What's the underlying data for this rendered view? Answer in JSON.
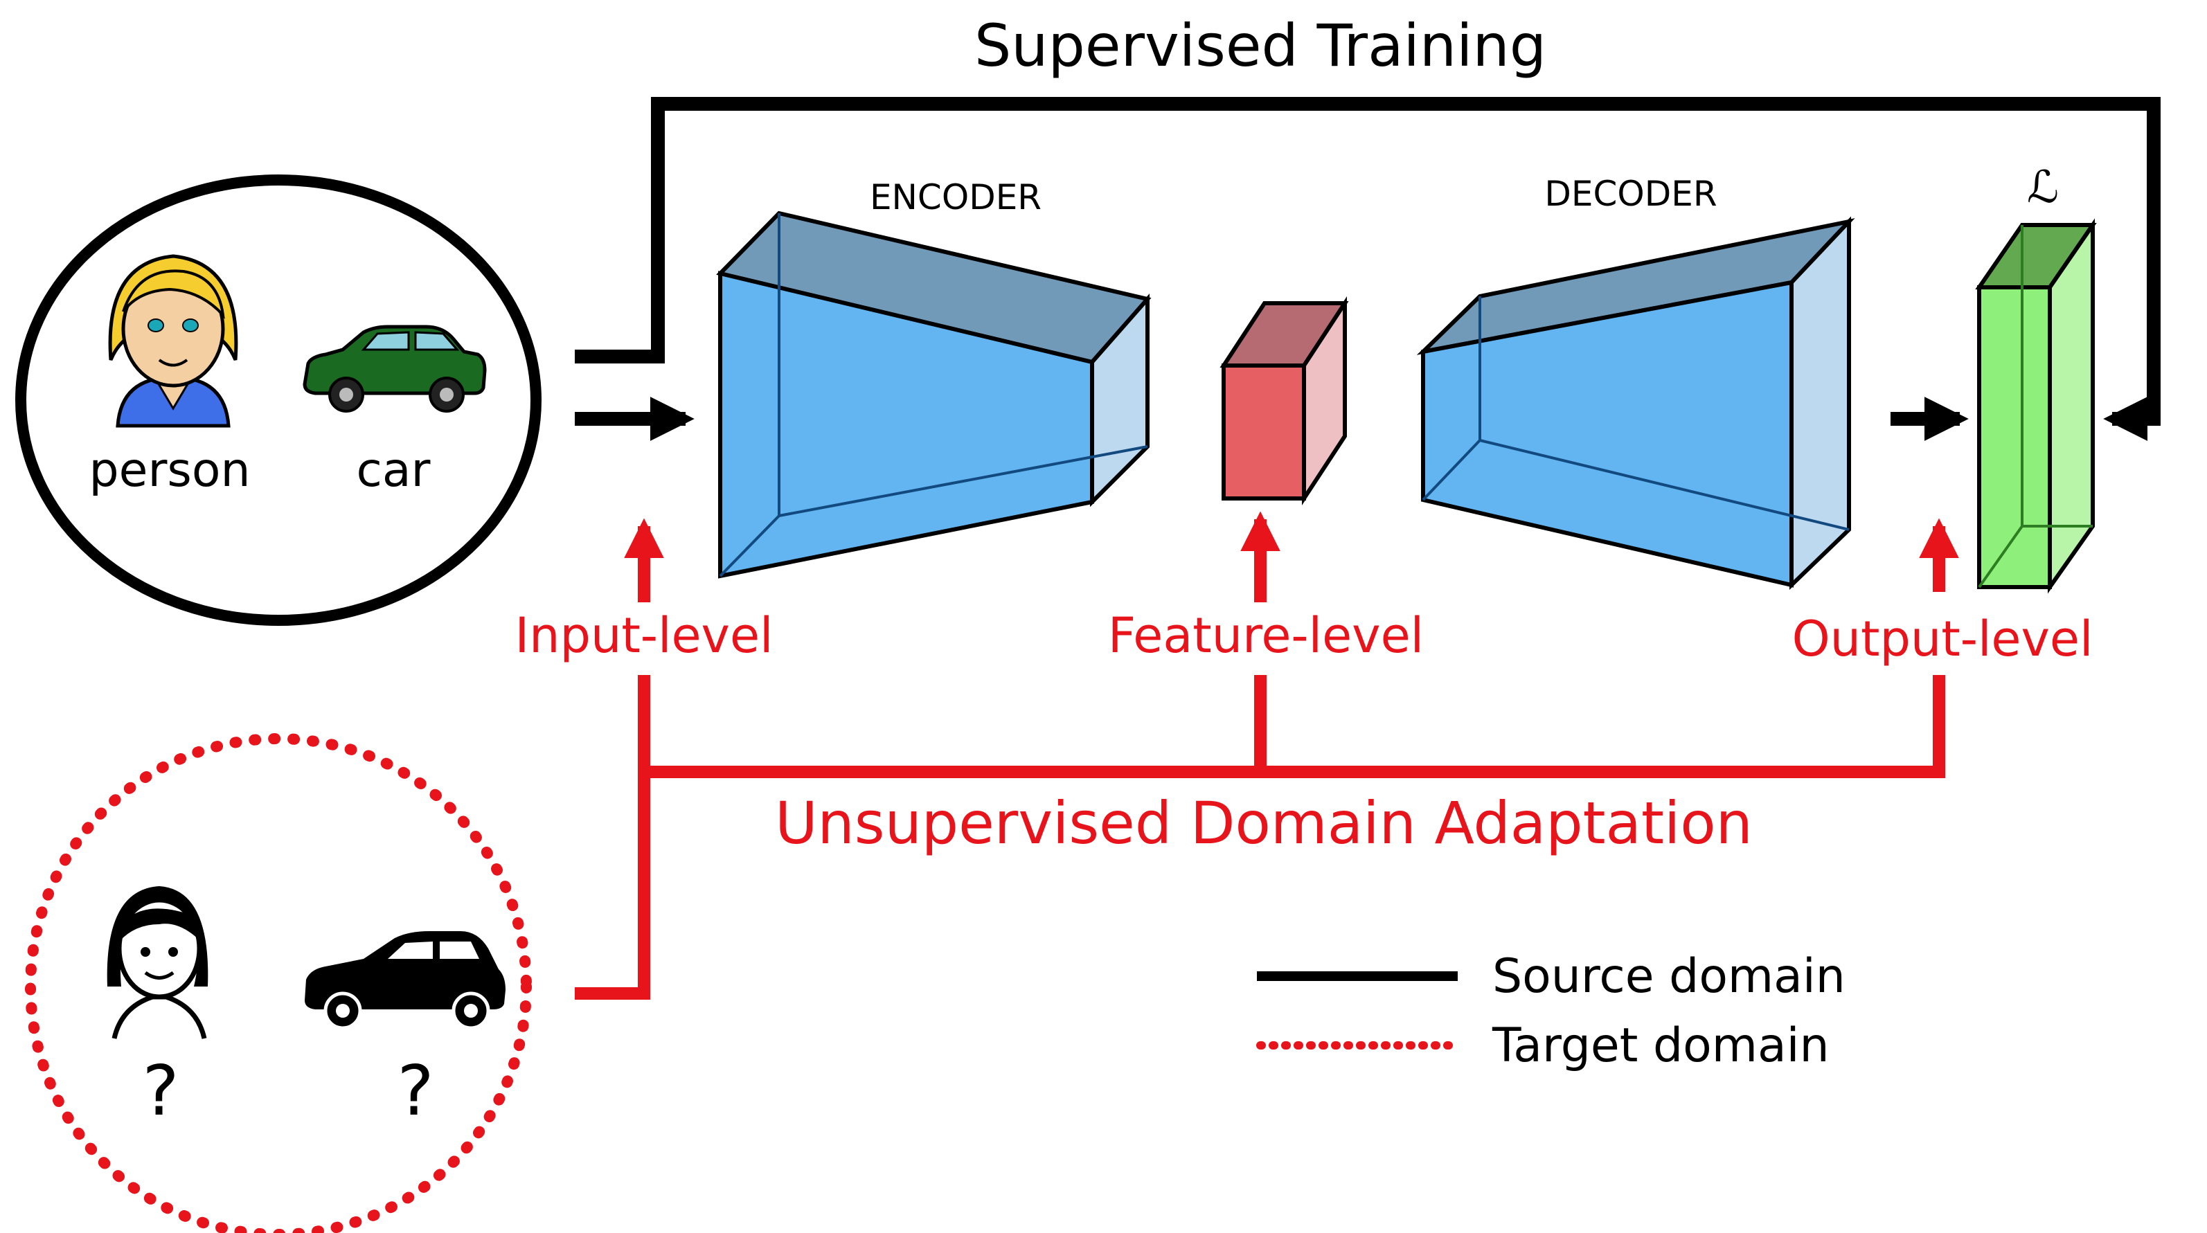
{
  "title": "Supervised Training",
  "blocks": {
    "encoder": "ENCODER",
    "decoder": "DECODER",
    "loss_symbol": "ℒ"
  },
  "source": {
    "labels": [
      "person",
      "car"
    ],
    "icons": [
      "person-illustration-icon",
      "car-illustration-icon"
    ]
  },
  "target": {
    "labels": [
      "?",
      "?"
    ],
    "icons": [
      "person-silhouette-icon",
      "car-silhouette-icon"
    ]
  },
  "levels": {
    "input": "Input-level",
    "feature": "Feature-level",
    "output": "Output-level"
  },
  "uda_label": "Unsupervised Domain Adaptation",
  "legend": {
    "source": "Source domain",
    "target": "Target domain"
  },
  "colors": {
    "source_line": "#000000",
    "target_line": "#e8141c",
    "encoder_decoder": "#5fb1ee",
    "feature": "#e65f63",
    "output": "#8ef07a"
  }
}
